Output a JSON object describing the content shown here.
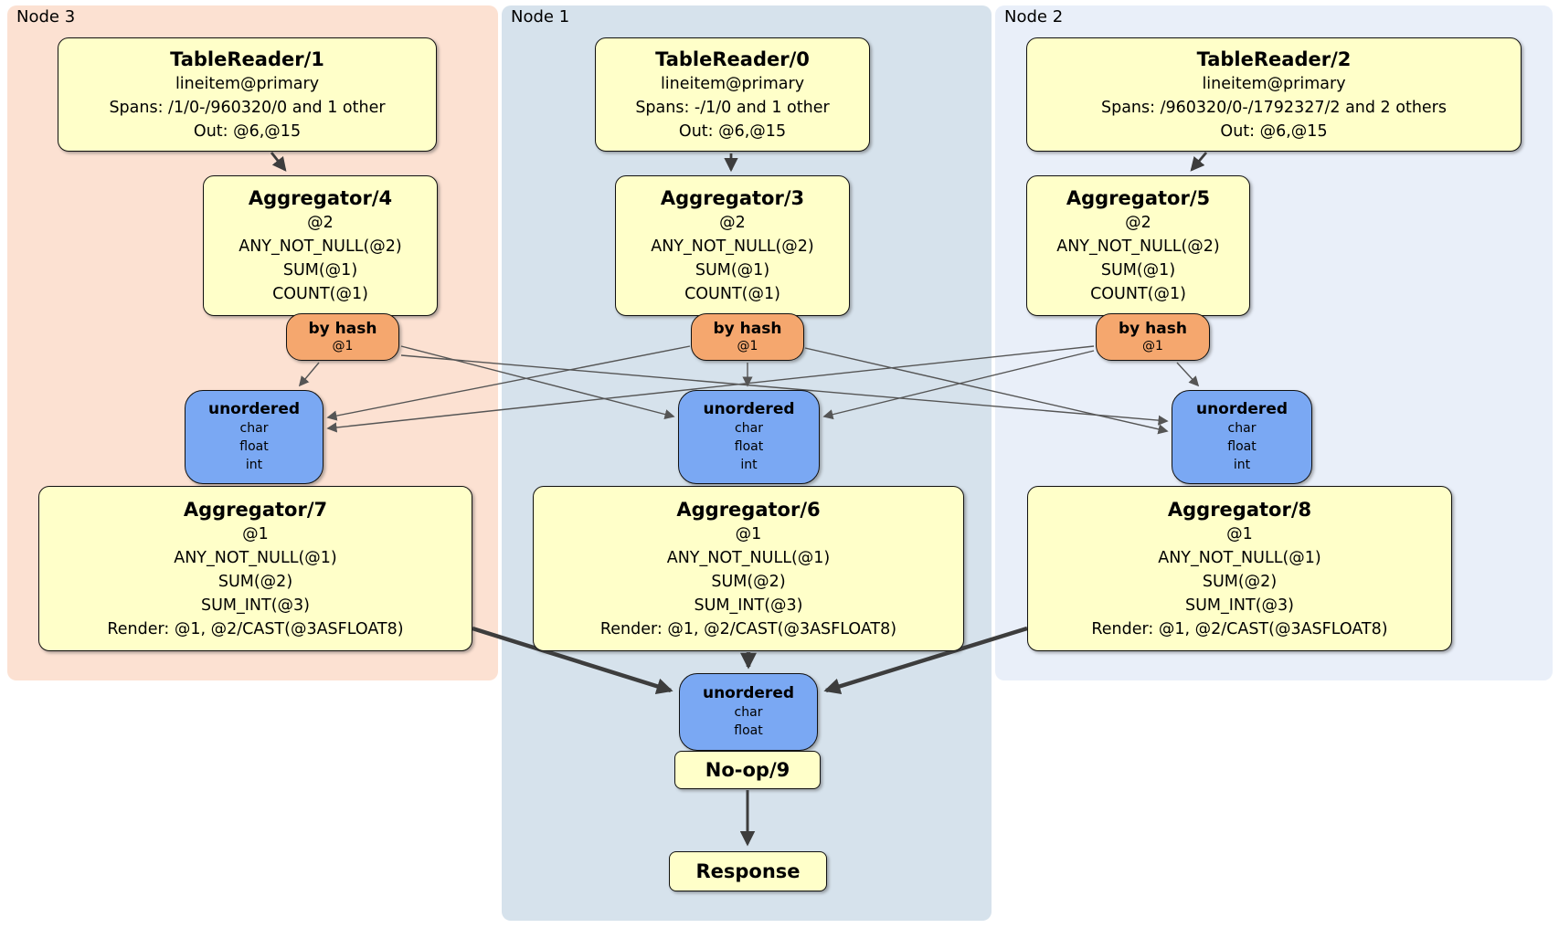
{
  "colors": {
    "node3_bg": "#fce1d2",
    "node1_bg": "#d6e2ec",
    "node2_bg": "#e9eff9",
    "processor_fill": "#ffffc9",
    "router_fill": "#f5a76e",
    "sync_fill": "#7aa8f3",
    "edge": "#555555",
    "edge_dark": "#3d3d3d"
  },
  "groups": [
    {
      "label": "Node 3"
    },
    {
      "label": "Node 1"
    },
    {
      "label": "Node 2"
    }
  ],
  "boxes": {
    "tr1": {
      "title": "TableReader/1",
      "lines": [
        "lineitem@primary",
        "Spans: /1/0-/960320/0 and 1 other",
        "Out: @6,@15"
      ]
    },
    "tr0": {
      "title": "TableReader/0",
      "lines": [
        "lineitem@primary",
        "Spans: -/1/0 and 1 other",
        "Out: @6,@15"
      ]
    },
    "tr2": {
      "title": "TableReader/2",
      "lines": [
        "lineitem@primary",
        "Spans: /960320/0-/1792327/2 and 2 others",
        "Out: @6,@15"
      ]
    },
    "agg4": {
      "title": "Aggregator/4",
      "lines": [
        "@2",
        "ANY_NOT_NULL(@2)",
        "SUM(@1)",
        "COUNT(@1)"
      ]
    },
    "agg3": {
      "title": "Aggregator/3",
      "lines": [
        "@2",
        "ANY_NOT_NULL(@2)",
        "SUM(@1)",
        "COUNT(@1)"
      ]
    },
    "agg5": {
      "title": "Aggregator/5",
      "lines": [
        "@2",
        "ANY_NOT_NULL(@2)",
        "SUM(@1)",
        "COUNT(@1)"
      ]
    },
    "agg7": {
      "title": "Aggregator/7",
      "lines": [
        "@1",
        "ANY_NOT_NULL(@1)",
        "SUM(@2)",
        "SUM_INT(@3)",
        "Render: @1, @2/CAST(@3ASFLOAT8)"
      ]
    },
    "agg6": {
      "title": "Aggregator/6",
      "lines": [
        "@1",
        "ANY_NOT_NULL(@1)",
        "SUM(@2)",
        "SUM_INT(@3)",
        "Render: @1, @2/CAST(@3ASFLOAT8)"
      ]
    },
    "agg8": {
      "title": "Aggregator/8",
      "lines": [
        "@1",
        "ANY_NOT_NULL(@1)",
        "SUM(@2)",
        "SUM_INT(@3)",
        "Render: @1, @2/CAST(@3ASFLOAT8)"
      ]
    },
    "noop": {
      "title": "No-op/9"
    },
    "response": {
      "title": "Response"
    }
  },
  "routers": {
    "r3": {
      "title": "by hash",
      "detail": "@1"
    },
    "r1": {
      "title": "by hash",
      "detail": "@1"
    },
    "r2": {
      "title": "by hash",
      "detail": "@1"
    }
  },
  "syncs": {
    "s3": {
      "title": "unordered",
      "types": [
        "char",
        "float",
        "int"
      ]
    },
    "s1": {
      "title": "unordered",
      "types": [
        "char",
        "float",
        "int"
      ]
    },
    "s2": {
      "title": "unordered",
      "types": [
        "char",
        "float",
        "int"
      ]
    },
    "final": {
      "title": "unordered",
      "types": [
        "char",
        "float"
      ]
    }
  }
}
